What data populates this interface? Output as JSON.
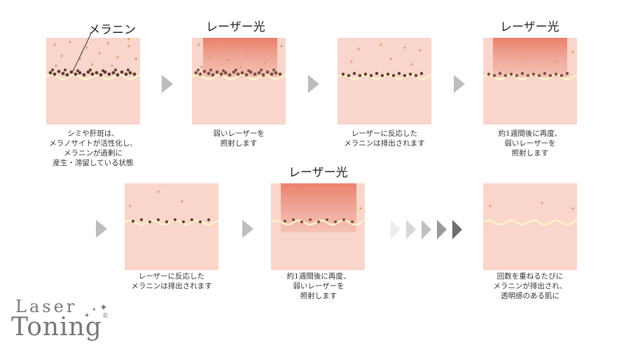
{
  "labels": {
    "melanin": "メラニン",
    "laser": "レーザー光"
  },
  "captions": {
    "step1": [
      "シミや肝斑は、",
      "メラノサイトが活性化し、",
      "メラニンが過剰に",
      "産生・滞留している状態"
    ],
    "step2": [
      "弱いレーザーを",
      "照射します"
    ],
    "step3": [
      "レーザーに反応した",
      "メラニンは排出されます"
    ],
    "step4": [
      "約1週間後に再度、",
      "弱いレーザーを",
      "照射します"
    ],
    "step5": [
      "レーザーに反応した",
      "メラニンは排出されます"
    ],
    "step6": [
      "約1週間後に再度、",
      "弱いレーザーを",
      "照射します"
    ],
    "step7": [
      "回数を重ねるたびに",
      "メラニンが排出され、",
      "透明感のある肌に"
    ]
  },
  "logo": {
    "line1": "Laser",
    "line2": "Toning",
    "reg": "®",
    "sparkle": "✦"
  },
  "colors": {
    "skin": "#f9d5cb",
    "pigment": "#5e3b2a",
    "dot": "#d7a46a",
    "line": "#fff4c8",
    "laser_top": "#e9806a",
    "arrow": "#bdbdbd"
  }
}
